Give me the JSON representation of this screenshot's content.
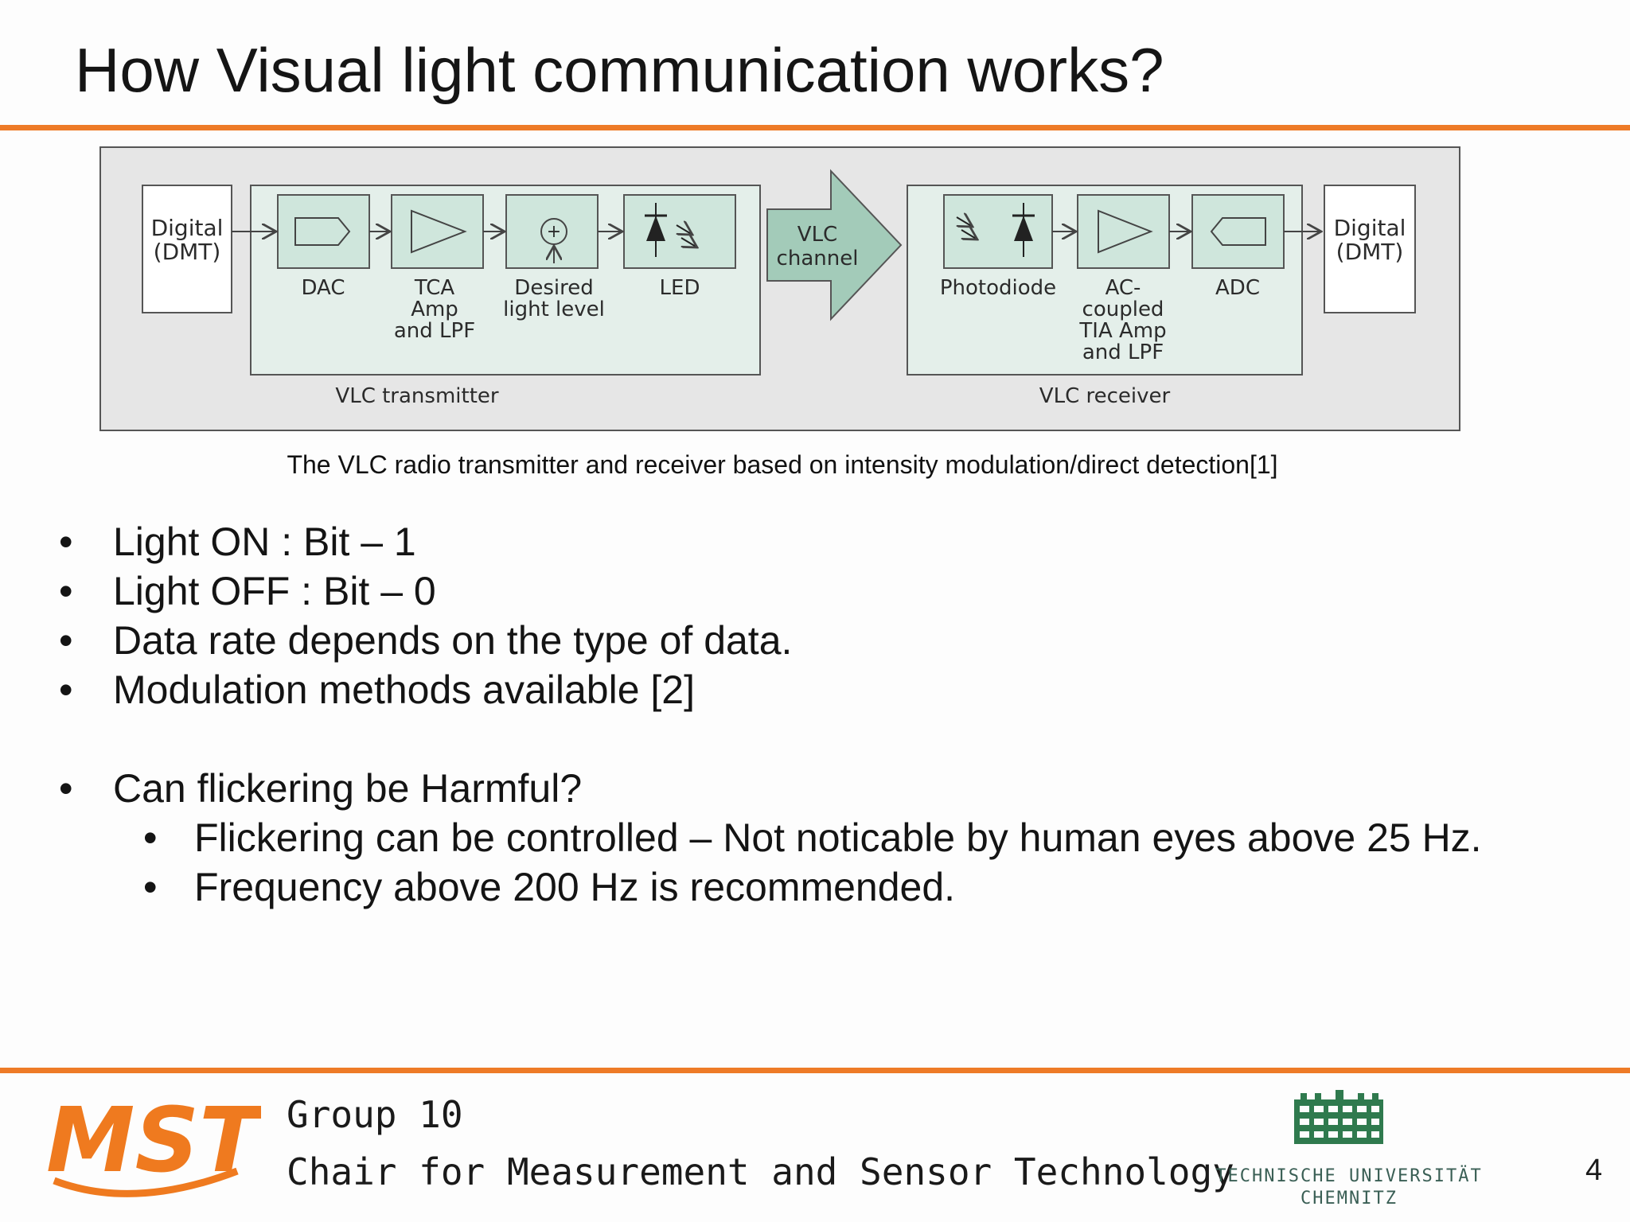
{
  "slide": {
    "title": "How Visual light communication works?",
    "page_number": "4"
  },
  "diagram": {
    "input_label_line1": "Digital",
    "input_label_line2": "(DMT)",
    "output_label_line1": "Digital",
    "output_label_line2": "(DMT)",
    "transmitter_blocks": [
      "DAC",
      "TCA Amp and LPF",
      "Desired light level",
      "LED"
    ],
    "transmitter_title": "VLC transmitter",
    "channel_label_line1": "VLC",
    "channel_label_line2": "channel",
    "receiver_blocks": [
      "Photodiode",
      "AC-coupled TIA Amp and LPF",
      "ADC"
    ],
    "receiver_title": "VLC receiver",
    "caption": "The VLC radio transmitter and receiver based on intensity modulation/direct detection[1]",
    "colors": {
      "block_fill": "#cfe6dc",
      "panel_fill": "#e4efea",
      "outer_fill": "#e6e6e6",
      "channel_arrow": "#a3cbb9"
    }
  },
  "bullets": {
    "b1": "Light ON : Bit – 1",
    "b2": "Light OFF : Bit – 0",
    "b3": "Data rate depends on the type of data.",
    "b4": "Modulation methods available [2]",
    "b5": "Can flickering be Harmful?",
    "b5_sub1": "Flickering can be controlled – Not noticable by human eyes above 25 Hz.",
    "b5_sub2": "Frequency above 200 Hz is recommended."
  },
  "footer": {
    "group": "Group 10",
    "chair": "Chair for Measurement and Sensor Technology",
    "mst_logo_text": "MST",
    "university_line1": "TECHNISCHE UNIVERSITÄT",
    "university_line2": "CHEMNITZ",
    "accent_color": "#ee7b27"
  }
}
